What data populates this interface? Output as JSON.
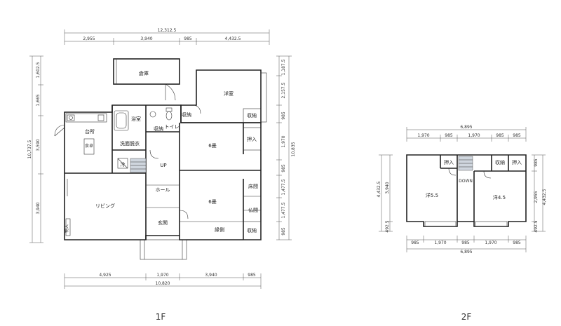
{
  "floor1": {
    "label": "1F",
    "rooms": {
      "storage": "倉庫",
      "western": "洋室",
      "storage_a": "収納",
      "storage_b": "収納",
      "storage_c": "収納",
      "bath": "浴室",
      "toilet": "トイレ",
      "kitchen": "台所",
      "dining_table": "食卓",
      "washroom": "洗面脱衣",
      "japanese_6a": "6畳",
      "oshiire": "押入",
      "fridge": "冷",
      "up": "UP",
      "living": "リビング",
      "hall": "ホール",
      "japanese_6b": "6畳",
      "tokonoma": "床間",
      "butsuma": "仏間",
      "entrance": "玄関",
      "engawa": "縁側",
      "storage_d": "収納",
      "cabinet": "物入"
    },
    "dims": {
      "total_top": "12,312.5",
      "top_1": "2,955",
      "top_2": "3,940",
      "top_3": "985",
      "top_4": "4,432.5",
      "bottom_1": "4,925",
      "bottom_2": "1,970",
      "bottom_3": "3,940",
      "bottom_4": "985",
      "total_bottom": "10,820",
      "left_total": "10,737.5",
      "left_1": "1,602.5",
      "left_2": "1,665",
      "left_3": "3,590",
      "left_4": "3,940",
      "right_1": "1,187.5",
      "right_2": "2,157.5",
      "right_3": "985",
      "right_4": "1,970",
      "right_5": "985",
      "right_6": "1,477.5",
      "right_7": "1,477.5",
      "right_8": "985",
      "right_total": "10,835"
    }
  },
  "floor2": {
    "label": "2F",
    "rooms": {
      "oshiire_a": "押入",
      "storage": "収納",
      "oshiire_b": "押入",
      "down": "DOWN",
      "room_a": "洋5.5",
      "room_b": "洋4.5"
    },
    "dims": {
      "total_top": "6,895",
      "top_1": "1,970",
      "top_2": "985",
      "top_3": "1,970",
      "top_4": "985",
      "top_5": "985",
      "bottom_1": "985",
      "bottom_2": "1,970",
      "bottom_3": "985",
      "bottom_4": "1,970",
      "bottom_5": "985",
      "total_bottom": "6,895",
      "left_total": "4,432.5",
      "left_1": "3,940",
      "left_2": "492.5",
      "right_1": "985",
      "right_2": "2,955",
      "right_3": "492.5",
      "right_total": "4,432.5"
    }
  }
}
